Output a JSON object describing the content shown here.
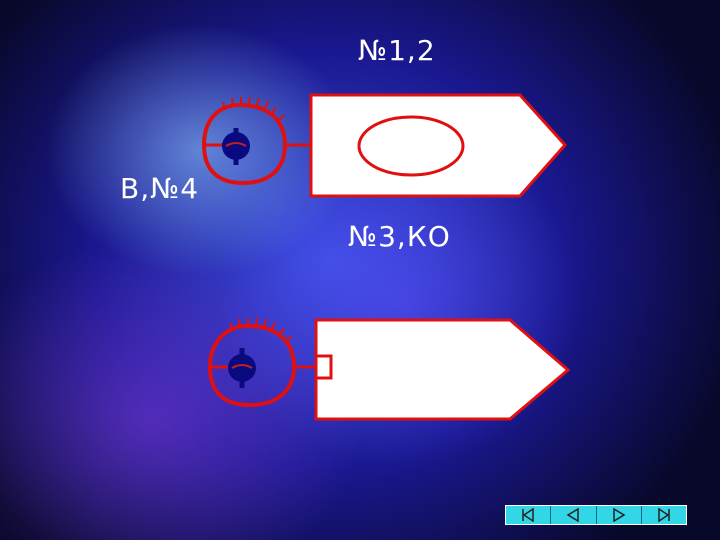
{
  "labels": {
    "top": "№1,2",
    "left": "В,№4",
    "middle": "№3,КО"
  },
  "nav": {
    "buttons": [
      "first-icon",
      "previous-icon",
      "next-icon",
      "last-icon"
    ]
  },
  "colors": {
    "outline": "#e01010",
    "valve": "#0a0a80",
    "box_fill": "#ffffff",
    "nav_fill": "#33d6e6"
  }
}
